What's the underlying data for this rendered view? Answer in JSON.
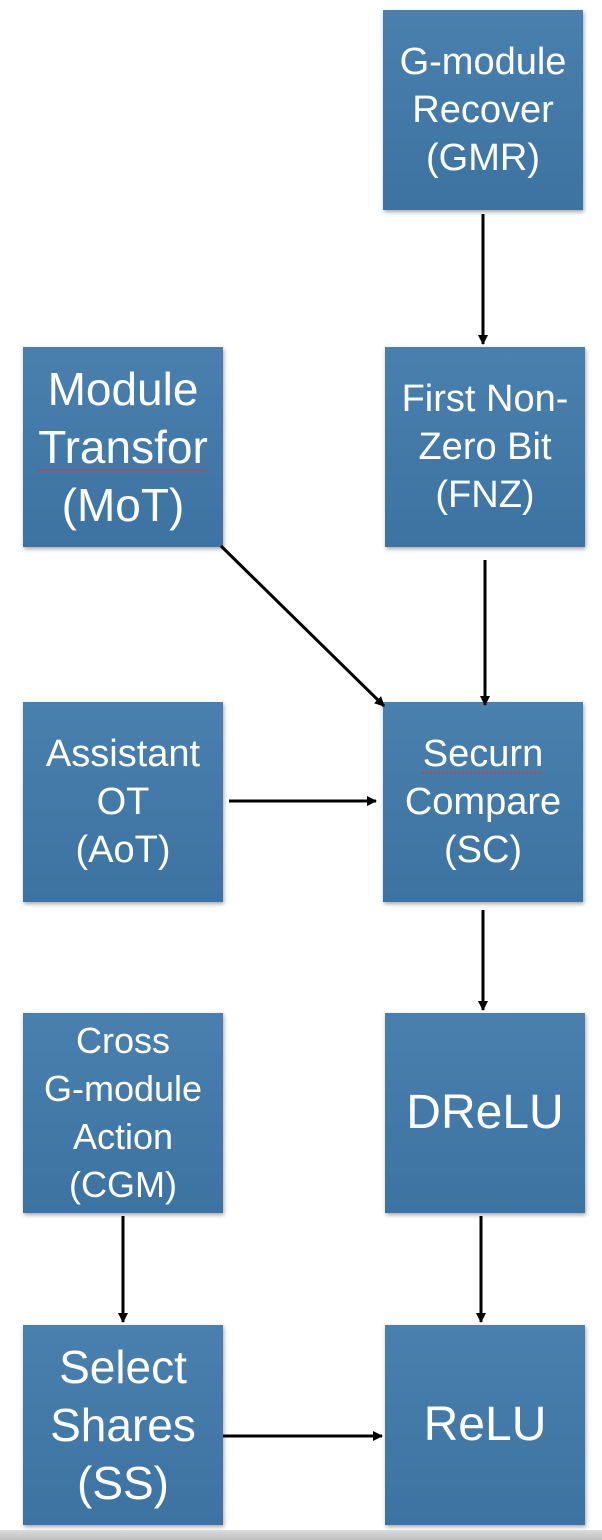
{
  "nodes": {
    "gmr": {
      "lines": [
        "G-module",
        "Recover",
        "(GMR)"
      ]
    },
    "mot": {
      "lines": [
        "Module",
        "Transfor",
        "(MoT)"
      ]
    },
    "fnz": {
      "lines": [
        "First Non-",
        "Zero Bit",
        "(FNZ)"
      ]
    },
    "aot": {
      "lines": [
        "Assistant",
        "OT",
        "(AoT)"
      ]
    },
    "sc": {
      "lines": [
        "Securn",
        "Compare",
        "(SC)"
      ]
    },
    "cgm": {
      "lines": [
        "Cross",
        "G-module",
        "Action",
        "(CGM)"
      ]
    },
    "drelu": {
      "lines": [
        "DReLU"
      ]
    },
    "ss": {
      "lines": [
        "Select",
        "Shares",
        "(SS)"
      ]
    },
    "relu": {
      "lines": [
        "ReLU"
      ]
    }
  },
  "colors": {
    "box": "#3f79aa",
    "text": "#ffffff",
    "arrow": "#000000"
  }
}
